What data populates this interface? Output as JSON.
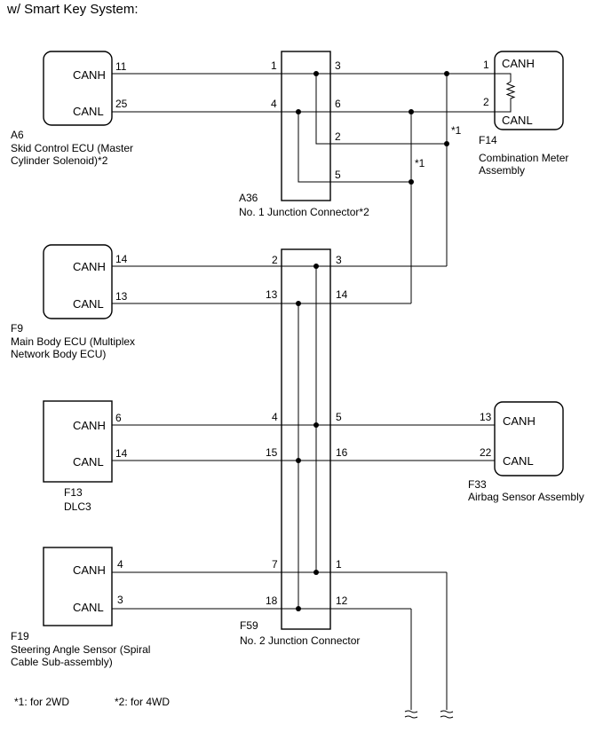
{
  "title": "w/ Smart Key System:",
  "ecus": {
    "a6": {
      "code": "A6",
      "name_line1": "Skid Control ECU (Master",
      "name_line2": "Cylinder Solenoid)*2",
      "canh": "CANH",
      "canl": "CANL",
      "pin_h": "11",
      "pin_l": "25"
    },
    "f14": {
      "code": "F14",
      "name_line1": "Combination Meter",
      "name_line2": "Assembly",
      "canh": "CANH",
      "canl": "CANL",
      "pin_h": "1",
      "pin_l": "2"
    },
    "f9": {
      "code": "F9",
      "name_line1": "Main Body ECU (Multiplex",
      "name_line2": "Network Body ECU)",
      "canh": "CANH",
      "canl": "CANL",
      "pin_h": "14",
      "pin_l": "13"
    },
    "f13": {
      "code": "F13",
      "name_line1": "DLC3",
      "canh": "CANH",
      "canl": "CANL",
      "pin_h": "6",
      "pin_l": "14"
    },
    "f33": {
      "code": "F33",
      "name_line1": "Airbag Sensor Assembly",
      "canh": "CANH",
      "canl": "CANL",
      "pin_h": "13",
      "pin_l": "22"
    },
    "f19": {
      "code": "F19",
      "name_line1": "Steering Angle Sensor (Spiral",
      "name_line2": "Cable Sub-assembly)",
      "canh": "CANH",
      "canl": "CANL",
      "pin_h": "4",
      "pin_l": "3"
    }
  },
  "connectors": {
    "a36": {
      "code": "A36",
      "name": "No. 1 Junction Connector*2",
      "pins_left": [
        "1",
        "4"
      ],
      "pins_right": [
        "3",
        "6",
        "2",
        "5"
      ]
    },
    "f59": {
      "code": "F59",
      "name": "No. 2 Junction Connector",
      "pins_left": [
        "2",
        "13",
        "4",
        "15",
        "7",
        "18"
      ],
      "pins_right": [
        "3",
        "14",
        "5",
        "16",
        "1",
        "12"
      ]
    }
  },
  "marks": {
    "star1_a": "*1",
    "star1_b": "*1"
  },
  "notes": {
    "note1": "*1: for 2WD",
    "note2": "*2: for 4WD"
  }
}
